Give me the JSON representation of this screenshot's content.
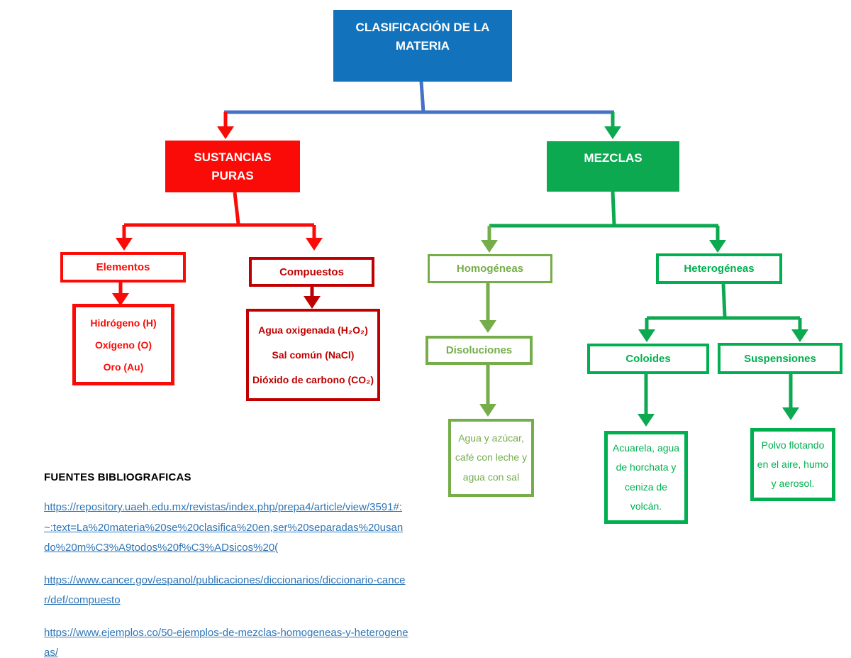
{
  "title": "CLASIFICACIÓN DE LA MATERIA",
  "colors": {
    "title_fill": "#1273BC",
    "connector_blue": "#4472C4",
    "bright_red": "#FB0B07",
    "dark_red": "#C00000",
    "bright_green": "#00B050",
    "olive_green": "#76AD4B",
    "link_blue": "#2E75B6"
  },
  "tree": {
    "sustancias_puras": {
      "label": "SUSTANCIAS PURAS"
    },
    "mezclas": {
      "label": "MEZCLAS"
    },
    "elementos": {
      "label": "Elementos"
    },
    "compuestos": {
      "label": "Compuestos"
    },
    "elementos_examples": {
      "lines": [
        "Hidrógeno (H)",
        "Oxígeno (O)",
        "Oro (Au)"
      ]
    },
    "compuestos_examples": {
      "lines": [
        "Agua oxigenada (H₂O₂)",
        "Sal común (NaCl)",
        "Dióxido de carbono (CO₂)"
      ]
    },
    "homogeneas": {
      "label": "Homogéneas"
    },
    "heterogeneas": {
      "label": "Heterogéneas"
    },
    "disoluciones": {
      "label": "Disoluciones"
    },
    "coloides": {
      "label": "Coloides"
    },
    "suspensiones": {
      "label": "Suspensiones"
    },
    "disoluciones_example": "Agua y azúcar, café con leche y agua con sal",
    "coloides_example": "Acuarela, agua de horchata y ceniza de volcán.",
    "suspensiones_example": "Polvo flotando en el aire, humo y aerosol."
  },
  "bibliography": {
    "heading": "FUENTES BIBLIOGRAFICAS",
    "links": [
      "https://repository.uaeh.edu.mx/revistas/index.php/prepa4/article/view/3591#:~:text=La%20materia%20se%20clasifica%20en,ser%20separadas%20usando%20m%C3%A9todos%20f%C3%ADsicos%20(",
      "https://www.cancer.gov/espanol/publicaciones/diccionarios/diccionario-cancer/def/compuesto",
      "https://www.ejemplos.co/50-ejemplos-de-mezclas-homogeneas-y-heterogeneas/"
    ]
  }
}
